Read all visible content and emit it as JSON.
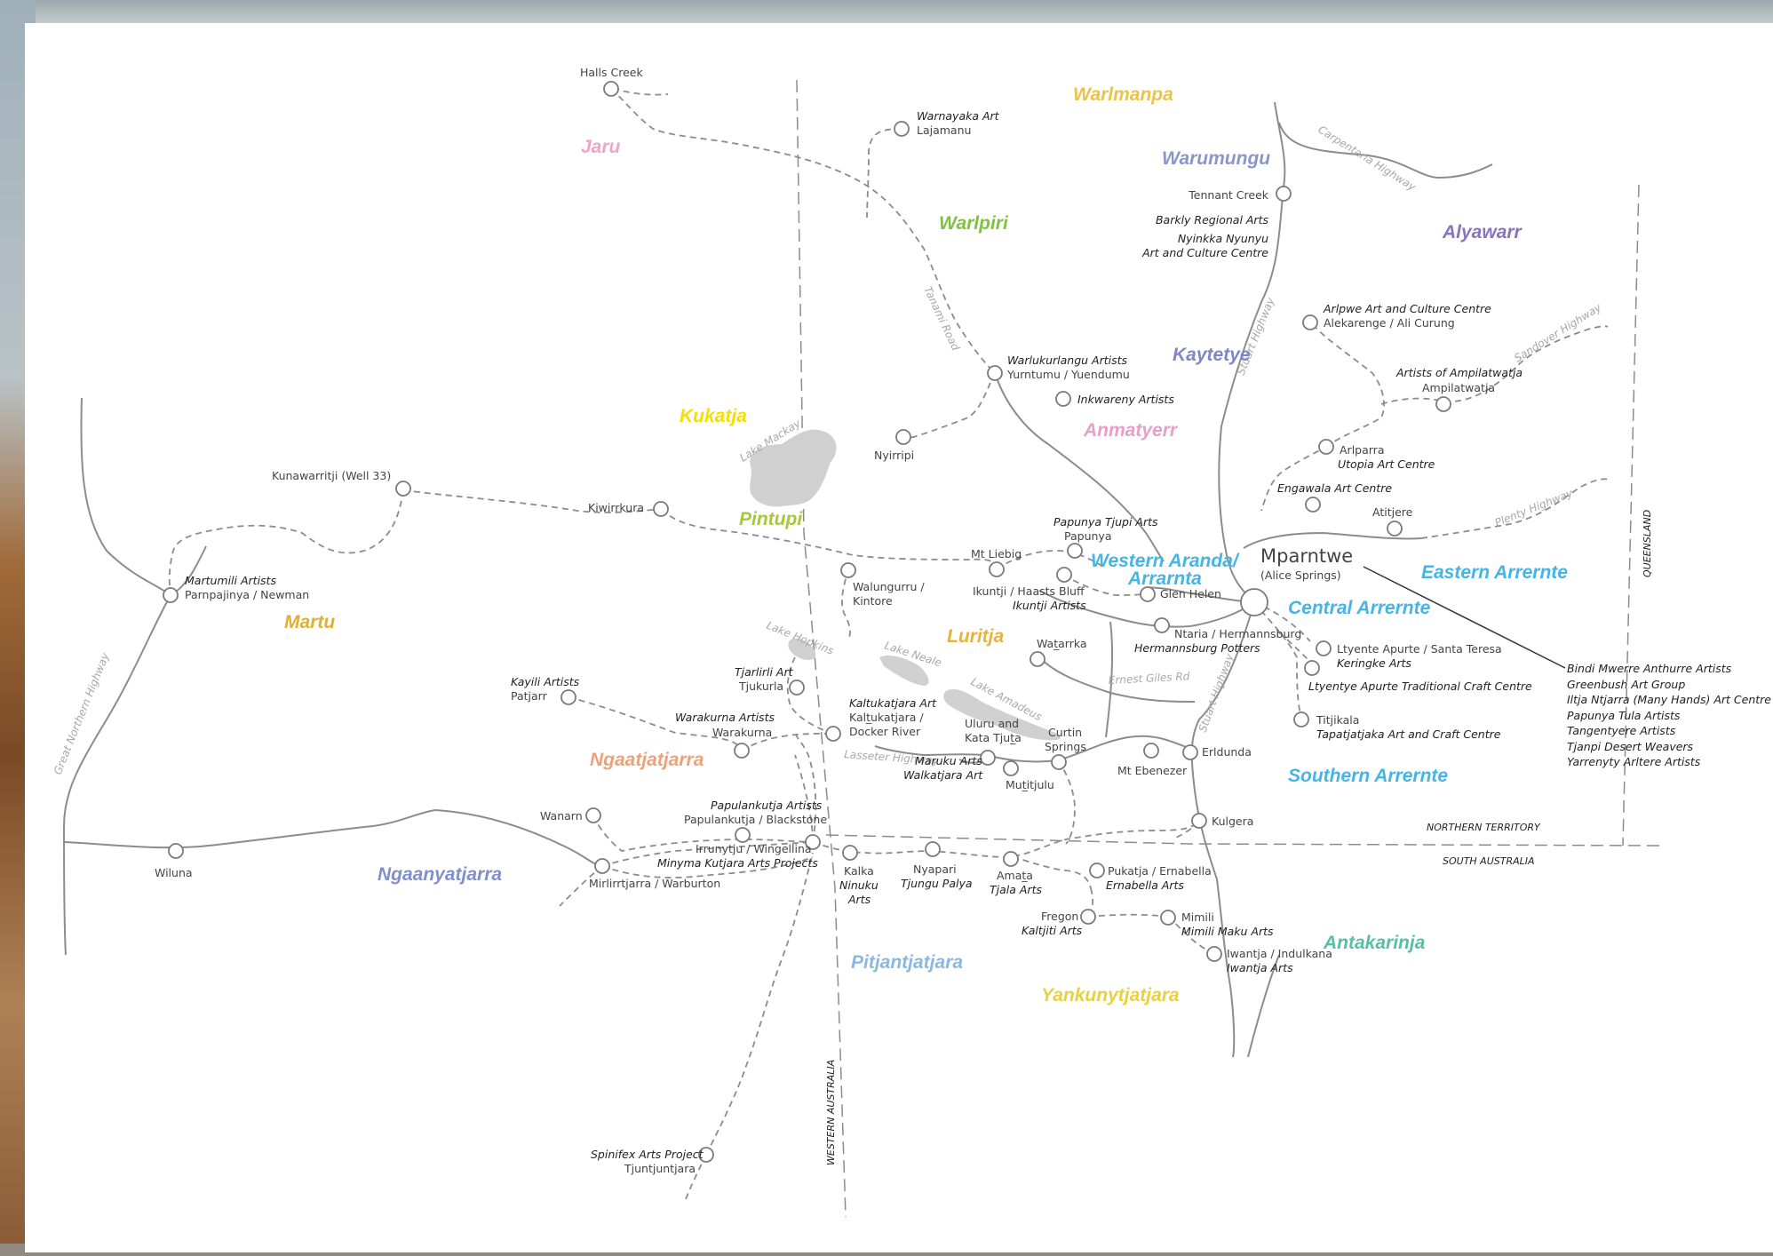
{
  "regions": [
    {
      "name": "Warlmanpa",
      "color": "#e8c44a"
    },
    {
      "name": "Jaru",
      "color": "#efa3c8"
    },
    {
      "name": "Warumungu",
      "color": "#8a96c8"
    },
    {
      "name": "Warlpiri",
      "color": "#7ec242"
    },
    {
      "name": "Alyawarr",
      "color": "#8a72c0"
    },
    {
      "name": "Kaytetye",
      "color": "#7f86c8"
    },
    {
      "name": "Kukatja",
      "color": "#f2e000"
    },
    {
      "name": "Anmatyerr",
      "color": "#e6a0c8"
    },
    {
      "name": "Pintupi",
      "color": "#a6c83a"
    },
    {
      "name": "Western Aranda/",
      "color": "#45b4e6"
    },
    {
      "name": "Arrarnta",
      "color": "#45b4e6"
    },
    {
      "name": "Eastern Arrernte",
      "color": "#45b4e6"
    },
    {
      "name": "Central Arrernte",
      "color": "#45b4e6"
    },
    {
      "name": "Martu",
      "color": "#e0b032"
    },
    {
      "name": "Luritja",
      "color": "#e8b23a"
    },
    {
      "name": "Ngaatjatjarra",
      "color": "#f0a078"
    },
    {
      "name": "Southern Arrernte",
      "color": "#45b4e6"
    },
    {
      "name": "Ngaanyatjarra",
      "color": "#7f90cc"
    },
    {
      "name": "Antakarinja",
      "color": "#58c0a0"
    },
    {
      "name": "Pitjantjatjara",
      "color": "#8ab8e6"
    },
    {
      "name": "Yankunytjatjara",
      "color": "#e8d040"
    }
  ],
  "towns": [
    "Halls Creek",
    "Lajamanu",
    "Tennant Creek",
    "Yurntumu / Yuendumu",
    "Alekarenge / Ali Curung",
    "Ampilatwatja",
    "Nyirripi",
    "Kunawarritji (Well 33)",
    "Kiwirrkura",
    "Arlparra",
    "Atitjere",
    "Papunya",
    "Mt Liebig",
    "(Alice Springs)",
    "Parnpajinya / Newman",
    "Walungurru /",
    "Kintore",
    "Glen Helen",
    "Ikuntji / Haasts Bluff",
    "Ntaria / Hermannsburg",
    "Wat̲arrka",
    "Ltyente Apurte / Santa Teresa",
    "Tjukurla",
    "Patjarr",
    "Kalt̲ukatjara /",
    "Docker River",
    "Warakurna",
    "Uluru and",
    "Kata Tjut̲a",
    "Curtin",
    "Springs",
    "Titjikala",
    "Erldunda",
    "Mt Ebenezer",
    "Mut̲itjulu",
    "Wanarn",
    "Papulankutja / Blackstone",
    "Kulgera",
    "Irrunytju / Wingellina",
    "Wiluna",
    "Mirlirrtjarra / Warburton",
    "Kalka",
    "Nyapari",
    "Amat̲a",
    "Pukatja / Ernabella",
    "Fregon",
    "Mimili",
    "Iwantja / Indulkana",
    "Tjuntjuntjara"
  ],
  "main_town": "Mparntwe",
  "art_centres": [
    "Warnayaka Art",
    "Barkly Regional Arts",
    "Nyinkka Nyunyu",
    "Art and Culture Centre",
    "Arlpwe Art and Culture Centre",
    "Warlukurlangu Artists",
    "Artists of Ampilatwatja",
    "Inkwareny Artists",
    "Utopia Art Centre",
    "Engawala Art Centre",
    "Papunya Tjupi Arts",
    "Martumili Artists",
    "Ikuntji Artists",
    "Hermannsburg Potters",
    "Keringke Arts",
    "Ltyentye Apurte Traditional Craft Centre",
    "Kayili Artists",
    "Tjarlirli Art",
    "Kaltukatjara Art",
    "Warakurna Artists",
    "Tapatjatjaka Art and Craft Centre",
    "Maruku Arts",
    "Walkatjara Art",
    "Papulankutja Artists",
    "Minyma Kutjara Arts Projects",
    "Ninuku",
    "Arts",
    "Tjungu Palya",
    "Tjala Arts",
    "Ernabella Arts",
    "Kaltjiti Arts",
    "Mimili Maku Arts",
    "Iwantja Arts",
    "Spinifex Arts Project"
  ],
  "alice_list": [
    "Bindi Mwerre Anthurre Artists",
    "Greenbush Art Group",
    "Iltja Ntjarra (Many Hands) Art Centre",
    "Papunya Tula Artists",
    "Tangentyere Artists",
    "Tjanpi Desert Weavers",
    "Yarrenyty Arltere Artists"
  ],
  "roads": [
    "Carpentaria Highway",
    "Tanami Road",
    "Stuart Highway",
    "Sandover Highway",
    "Lake Mackay",
    "Plenty Highway",
    "Lake Hopkins",
    "Lake Neale",
    "Lake Amadeus",
    "Ernest Giles Rd",
    "Lasseter Highway",
    "Great Northern Highway"
  ],
  "states": [
    "QUEENSLAND",
    "NORTHERN TERRITORY",
    "SOUTH AUSTRALIA",
    "WESTERN AUSTRALIA"
  ],
  "colors": {
    "line": "#8c8c8c",
    "lake": "#d0d0d0",
    "panel": "#ffffff"
  }
}
